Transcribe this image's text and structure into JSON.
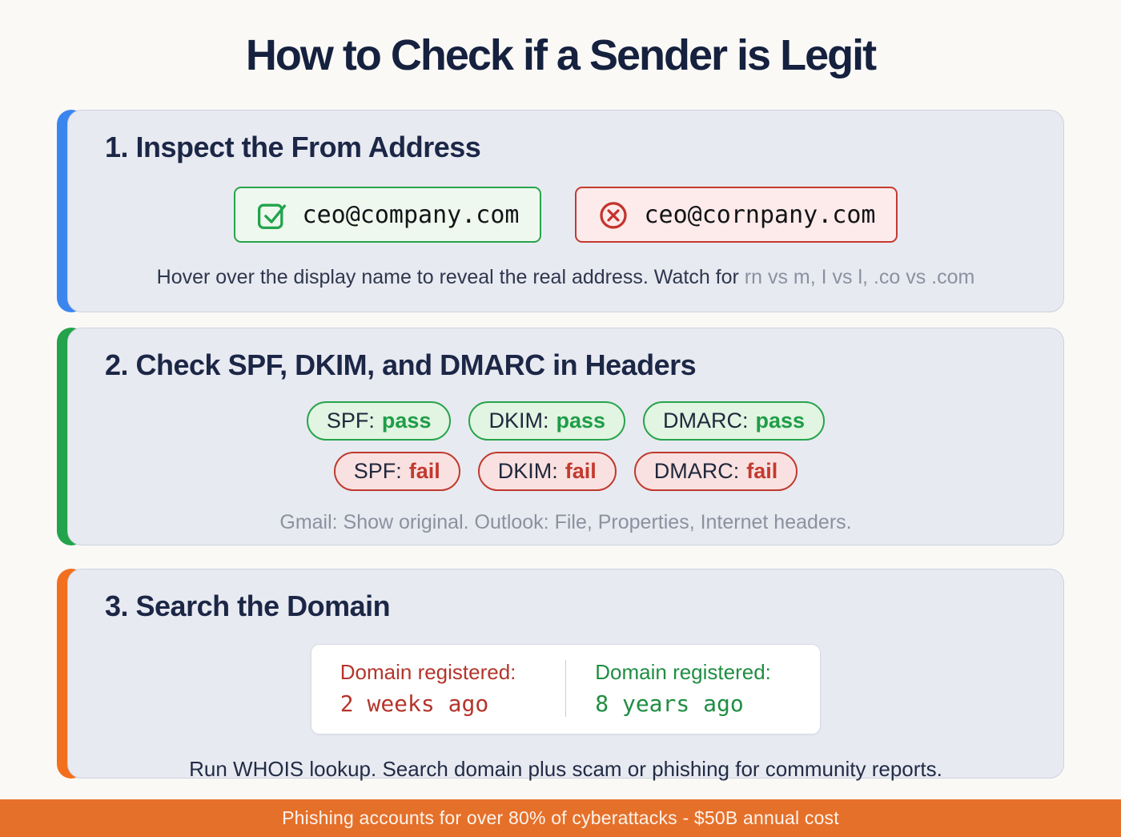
{
  "title": "How to Check if a Sender is Legit",
  "section1": {
    "heading": "1. Inspect the From Address",
    "legit_email": "ceo@company.com",
    "fake_email": "ceo@cornpany.com",
    "hint_main": "Hover over the display name to reveal the real address. Watch for ",
    "hint_tokens": "rn vs m, I vs l, .co vs .com"
  },
  "section2": {
    "heading": "2. Check SPF, DKIM, and DMARC in Headers",
    "pass_badges": [
      {
        "label": "SPF:",
        "value": "pass"
      },
      {
        "label": "DKIM:",
        "value": "pass"
      },
      {
        "label": "DMARC:",
        "value": "pass"
      }
    ],
    "fail_badges": [
      {
        "label": "SPF:",
        "value": "fail"
      },
      {
        "label": "DKIM:",
        "value": "fail"
      },
      {
        "label": "DMARC:",
        "value": "fail"
      }
    ],
    "hint": "Gmail: Show original. Outlook: File, Properties, Internet headers."
  },
  "section3": {
    "heading": "3. Search the Domain",
    "suspicious": {
      "label": "Domain registered:",
      "value": "2 weeks ago"
    },
    "legit": {
      "label": "Domain registered:",
      "value": "8 years ago"
    },
    "hint": "Run WHOIS lookup. Search domain plus scam or phishing for community reports."
  },
  "footer": {
    "text": "Phishing accounts for over 80% of cyberattacks - $50B annual cost"
  },
  "icons": {
    "legit": "checkbox-check-icon",
    "fake": "circle-x-icon"
  },
  "colors": {
    "accent_blue": "#3b86ee",
    "accent_green": "#23a34c",
    "accent_orange": "#f2701d",
    "pass_green": "#1f9d47",
    "fail_red": "#c33a2e",
    "footer_orange": "#e5702a",
    "card_background": "#e8eaf1",
    "heading_navy": "#1c2747"
  }
}
